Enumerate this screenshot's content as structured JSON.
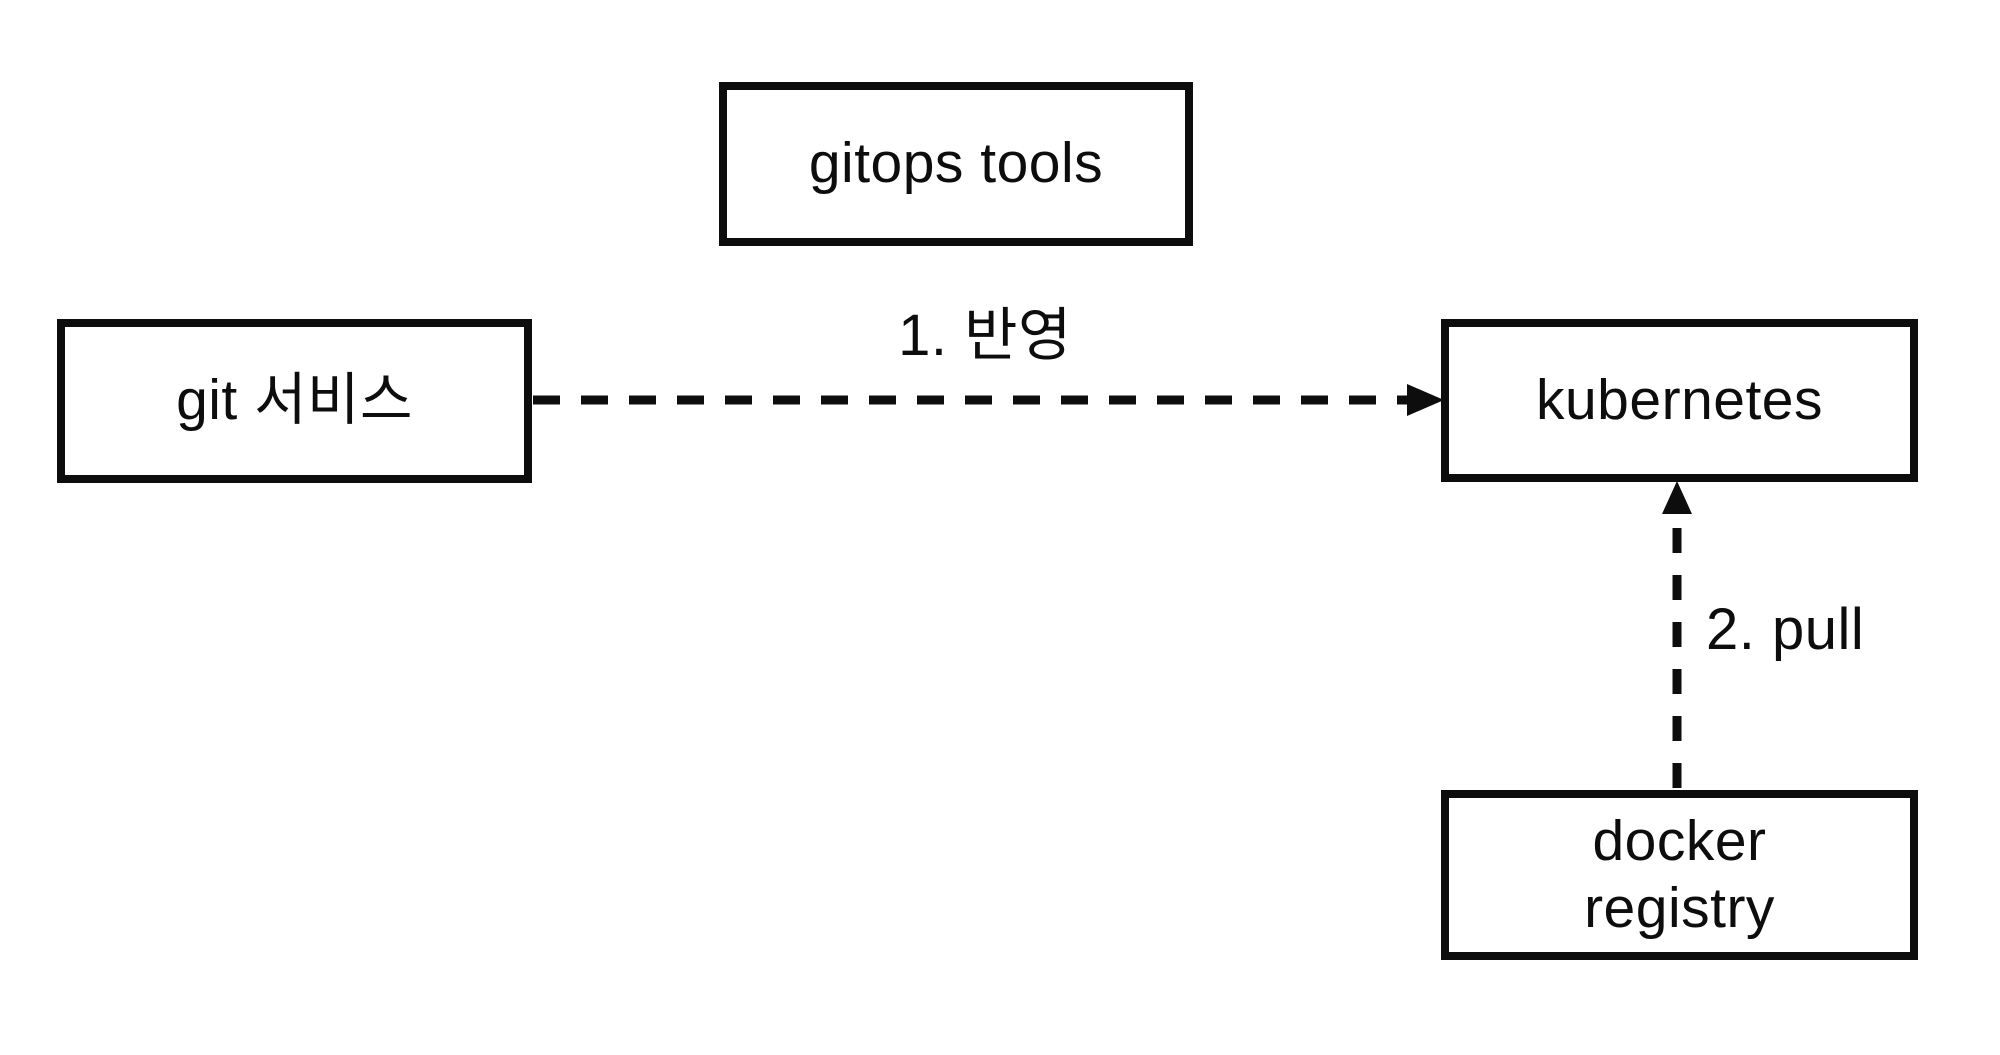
{
  "canvas": {
    "background": "#ffffff",
    "ink": "#0d0d0d"
  },
  "diagram": {
    "type": "flow-diagram",
    "topic": "gitops deployment flow",
    "nodes": [
      {
        "id": "gitops-tools",
        "label": "gitops tools"
      },
      {
        "id": "git-service",
        "label": "git 서비스"
      },
      {
        "id": "kubernetes",
        "label": "kubernetes"
      },
      {
        "id": "docker-registry",
        "label": "docker\nregistry"
      }
    ],
    "edges": [
      {
        "id": "reflect",
        "from": "git-service",
        "to": "kubernetes",
        "label": "1. 반영",
        "style": "dashed",
        "direction": "right"
      },
      {
        "id": "pull",
        "from": "docker-registry",
        "to": "kubernetes",
        "label": "2. pull",
        "style": "dashed",
        "direction": "up"
      }
    ]
  }
}
